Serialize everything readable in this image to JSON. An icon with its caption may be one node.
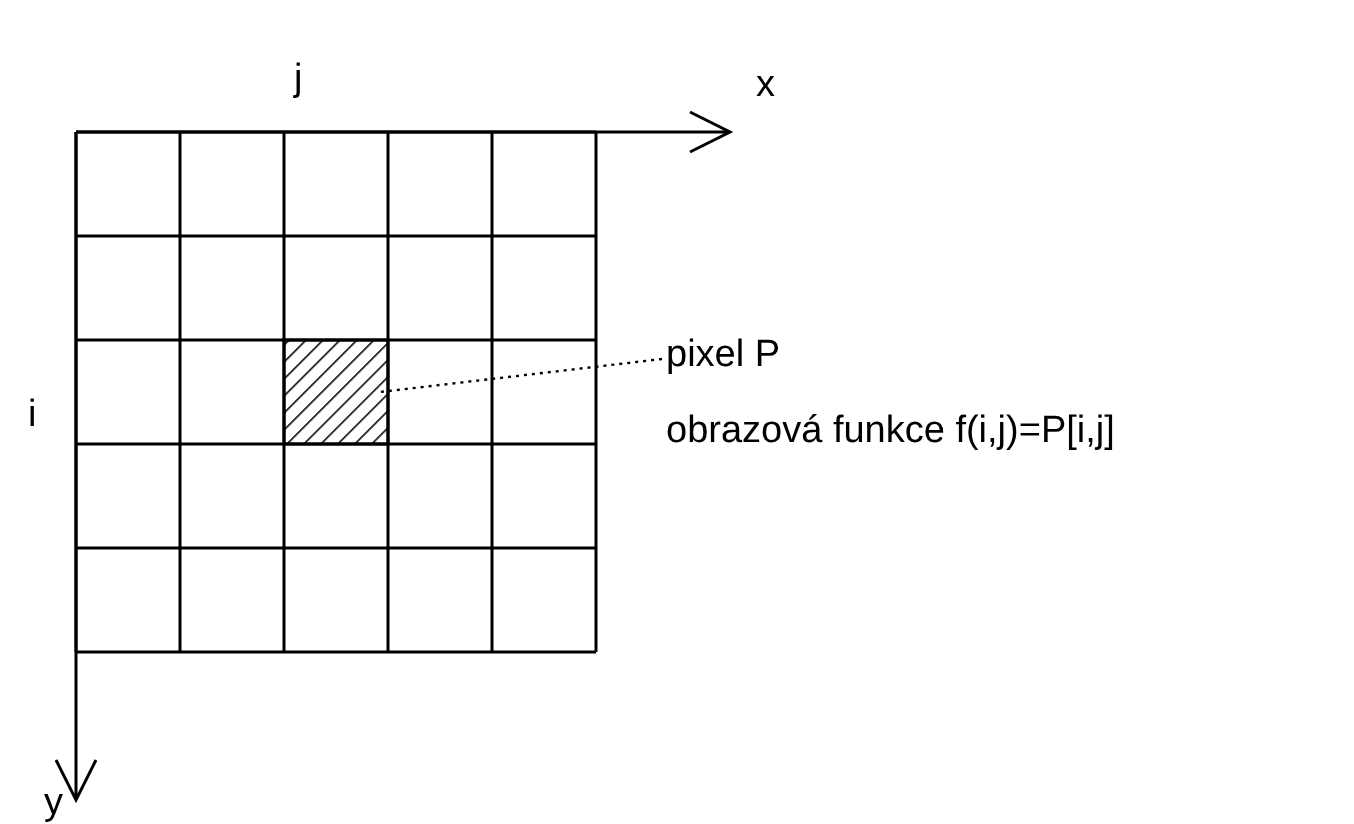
{
  "diagram": {
    "nodes": [
      {
        "text": [
          "pixel P"
        ]
      },
      {
        "text": [],
        "shape": "box"
      }
    ],
    "edges": [
      {
        "from": 0,
        "to": 1,
        "arrow": "none",
        "style": "dashed"
      }
    ],
    "labels": [
      "j",
      "x",
      "i",
      "y",
      "obrazová funkce f(i,j)=P[i,j]"
    ]
  }
}
